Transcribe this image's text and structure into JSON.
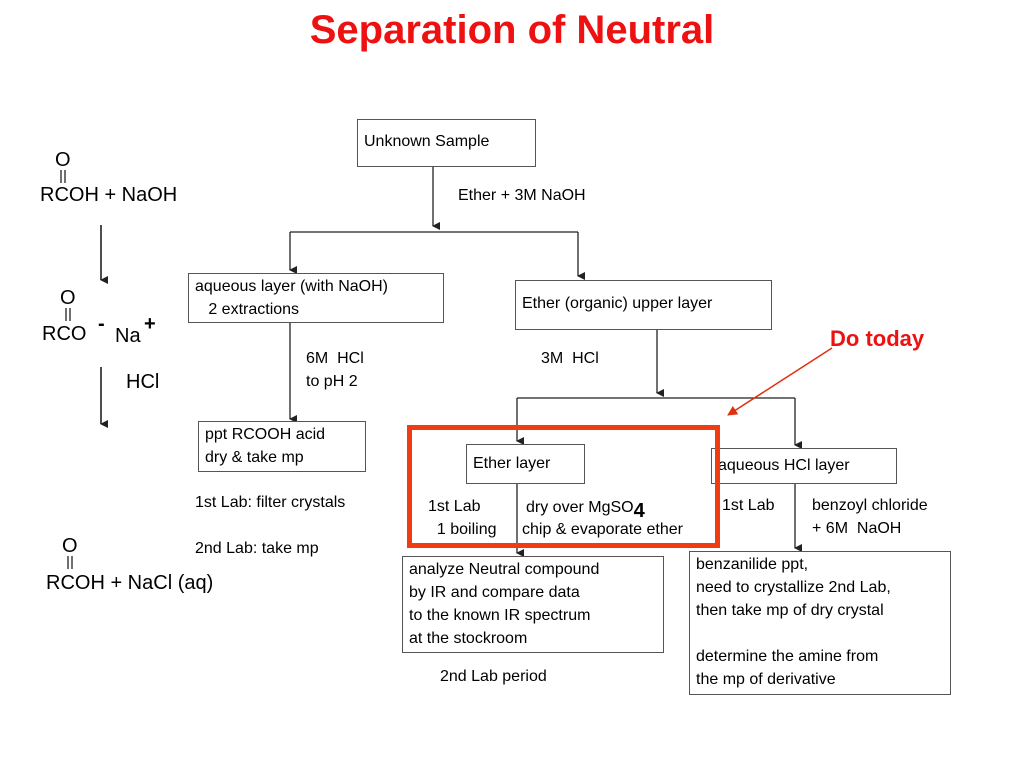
{
  "title": "Separation of Neutral",
  "colors": {
    "title": "#ee1111",
    "highlight": "#f03c12",
    "annotation": "#ee1111"
  },
  "left_panel": {
    "eq1_o": "O",
    "eq1_formula": "RCOH  +  NaOH",
    "eq2_o": "O",
    "eq2_formula": "RCO",
    "eq2_minus": "-",
    "eq2_na": "Na",
    "eq2_plus": "+",
    "reagent_hcl": "HCl",
    "eq3_o": "O",
    "eq3_formula": "RCOH  +  NaCl (aq)"
  },
  "flowchart": {
    "unknown_sample": "Unknown Sample",
    "step1_reagent": "Ether + 3M NaOH",
    "aqueous_layer": "aqueous layer (with NaOH)\n   2 extractions",
    "ether_upper": "Ether (organic) upper layer",
    "hcl_ph": "6M  HCl\nto pH 2",
    "hcl_3m": "3M  HCl",
    "ppt_acid": "ppt RCOOH acid\ndry & take mp",
    "lab1_filter": "1st Lab: filter crystals",
    "lab2_mp": "2nd Lab: take mp",
    "ether_layer": "Ether layer",
    "aqueous_hcl": "aqueous HCl layer",
    "first_lab_a": "1st Lab\n  1 boiling",
    "dry_over": "dry over MgSO",
    "dry_sub": "4",
    "chip_evap": "chip & evaporate ether",
    "first_lab_b": "1st Lab",
    "benzoyl": "benzoyl chloride\n+ 6M  NaOH",
    "analyze_box": "analyze Neutral compound\nby IR and compare data\nto the known IR spectrum\nat the stockroom",
    "second_lab_period": "2nd Lab period",
    "benzanilide_box": "benzanilide ppt,\nneed to crystallize 2nd Lab,\nthen take mp of dry crystal\n\ndetermine the amine from\nthe mp of derivative"
  },
  "annotation": {
    "do_today": "Do today"
  }
}
